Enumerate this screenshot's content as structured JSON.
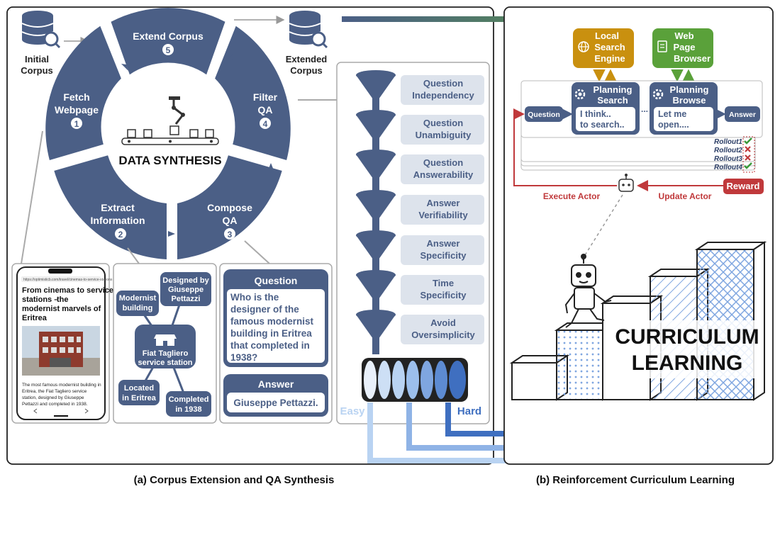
{
  "left_panel": {
    "caption": "(a) Corpus Extension and QA Synthesis",
    "center_title": "DATA SYNTHESIS",
    "initial_corpus": [
      "Initial",
      "Corpus"
    ],
    "extended_corpus": [
      "Extended",
      "Corpus"
    ],
    "steps": [
      {
        "label": [
          "Extend Corpus"
        ],
        "num": "5"
      },
      {
        "label": [
          "Fetch",
          "Webpage"
        ],
        "num": "1"
      },
      {
        "label": [
          "Filter",
          "QA"
        ],
        "num": "4"
      },
      {
        "label": [
          "Extract",
          "Information"
        ],
        "num": "2"
      },
      {
        "label": [
          "Compose",
          "QA"
        ],
        "num": "3"
      }
    ],
    "filters": [
      [
        "Question",
        "Independency"
      ],
      [
        "Question",
        "Unambiguity"
      ],
      [
        "Question",
        "Answerability"
      ],
      [
        "Answer",
        "Verifiability"
      ],
      [
        "Answer",
        "Specificity"
      ],
      [
        "Time",
        "Specificity"
      ],
      [
        "Avoid",
        "Oversimplicity"
      ]
    ],
    "easy_label": "Easy",
    "hard_label": "Hard",
    "webpage": {
      "url": "https://optimisticb.com/travel/cinemas-to-service-stations",
      "headline": [
        "From cinemas to service",
        "stations –",
        "the",
        "modernist marvels of",
        "Eritrea"
      ],
      "body": [
        "The most famous modernist building in",
        "Eritrea, the Fiat Tagliero service",
        "station, designed by Giuseppe",
        "Pettazzi and completed in 1938."
      ]
    },
    "graph": {
      "center": [
        "Fiat Tagliero",
        "service station"
      ],
      "nodes": [
        [
          "Modernist",
          "building"
        ],
        [
          "Designed by",
          "Giuseppe",
          "Pettazzi"
        ],
        [
          "Located",
          "in Eritrea"
        ],
        [
          "Completed",
          "in 1938"
        ]
      ]
    },
    "qa": {
      "question_title": "Question",
      "question_lines": [
        "Who is the",
        "designer of the",
        "famous modernist",
        "building in Eritrea",
        "that completed in",
        "1938?"
      ],
      "answer_title": "Answer",
      "answer_text": "Giuseppe Pettazzi."
    }
  },
  "right_panel": {
    "caption": "(b) Reinforcement Curriculum Learning",
    "tools": {
      "local": [
        "Local",
        "Search",
        "Engine"
      ],
      "web": [
        "Web",
        "Page",
        "Browser"
      ]
    },
    "question": "Question",
    "answer": "Answer",
    "planning_search": {
      "title": [
        "Planning",
        "Search"
      ],
      "text": [
        "I think..",
        "to search.."
      ]
    },
    "planning_browse": {
      "title": [
        "Planning",
        "Browse"
      ],
      "text": [
        "Let me",
        "open...."
      ]
    },
    "ellipsis": "...",
    "rollouts": [
      "Rollout1",
      "Rollout2",
      "Rollout3",
      "Rollout4"
    ],
    "rollout_results": [
      true,
      false,
      false,
      true
    ],
    "reward": "Reward",
    "execute_actor": "Execute Actor",
    "update_actor": "Update Actor",
    "curriculum": [
      "CURRICULUM",
      "LEARNING"
    ]
  },
  "colors": {
    "navy": "#4b5f86",
    "light_bar": "#dde3ec",
    "orange": "#c9900f",
    "green": "#5aa13a",
    "red": "#c0393b",
    "easy_blue": "#b9d3f2",
    "hard_blue": "#3f6fc0"
  }
}
